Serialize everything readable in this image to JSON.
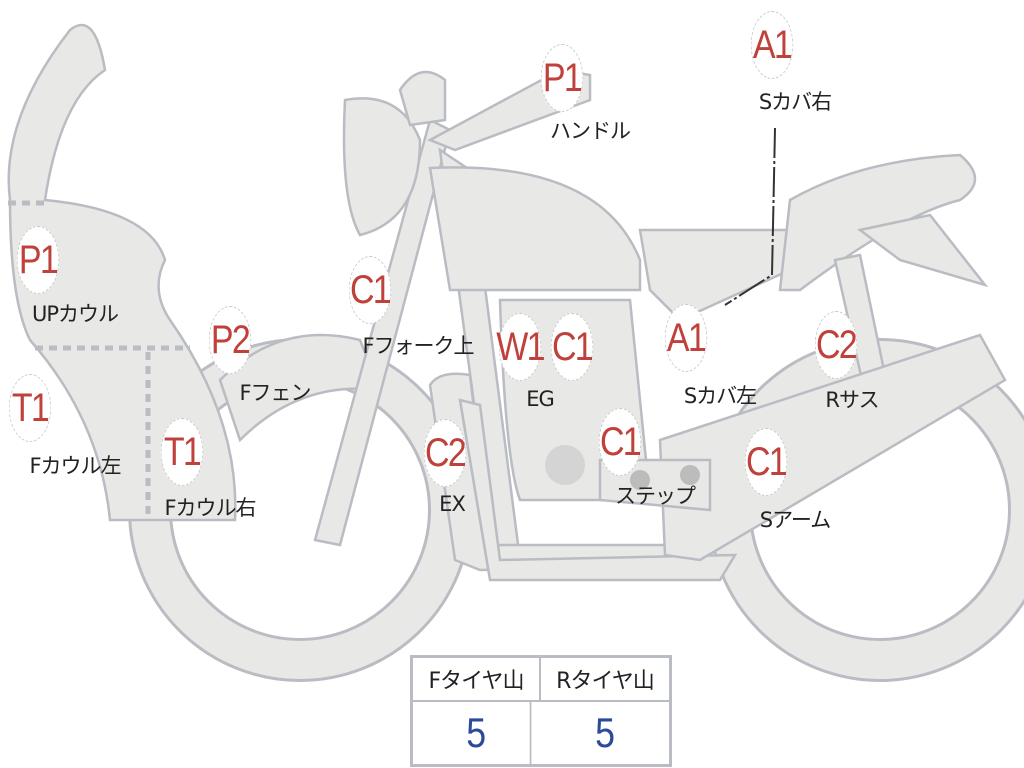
{
  "colors": {
    "body_fill": "#e8e8e6",
    "outline": "#b9bcc2",
    "badge_text": "#c0413b",
    "value_text": "#2c4a9a"
  },
  "parts": [
    {
      "code": "A1",
      "label": "Sカバ右"
    },
    {
      "code": "P1",
      "label": "ハンドル"
    },
    {
      "code": "P1",
      "label": "UPカウル"
    },
    {
      "code": "C1",
      "label": "Fフォーク上"
    },
    {
      "code": "P2",
      "label": "Fフェン"
    },
    {
      "code": "W1",
      "code2": "C1",
      "label": "EG"
    },
    {
      "code": "A1",
      "label": "Sカバ左"
    },
    {
      "code": "C2",
      "label": "Rサス"
    },
    {
      "code": "T1",
      "label": "Fカウル左"
    },
    {
      "code": "T1",
      "label": "Fカウル右"
    },
    {
      "code": "C2",
      "label": "EX"
    },
    {
      "code": "C1",
      "label": "ステップ"
    },
    {
      "code": "C1",
      "label": "Sアーム"
    }
  ],
  "tire_table": {
    "headers": [
      "Fタイヤ山",
      "Rタイヤ山"
    ],
    "values": [
      "5",
      "5"
    ]
  }
}
